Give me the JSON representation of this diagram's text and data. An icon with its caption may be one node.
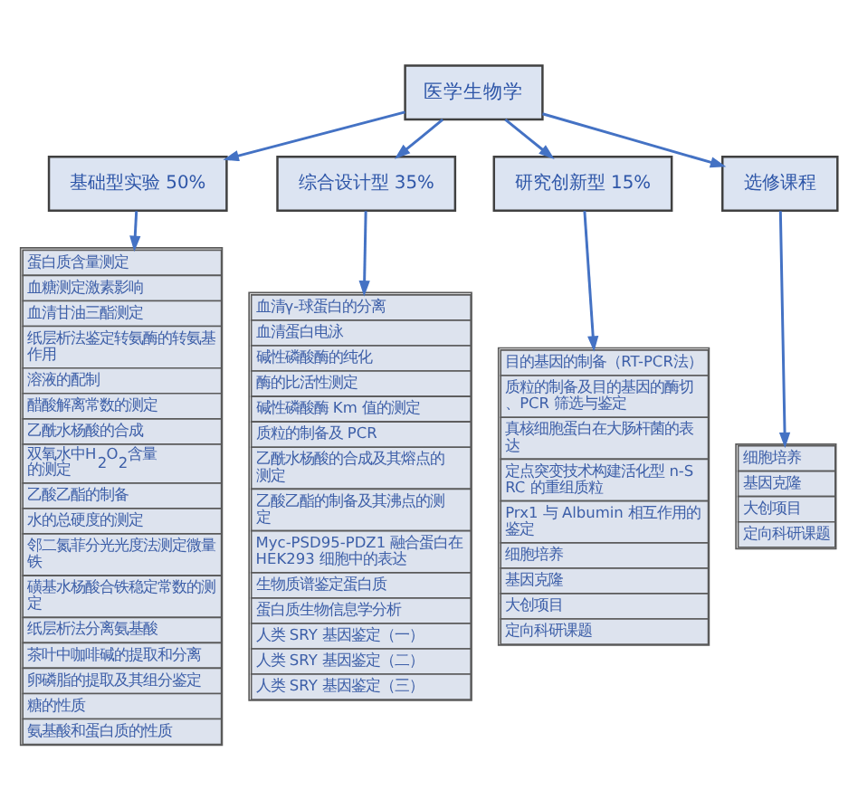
{
  "diagram": {
    "nodes": [
      {
        "text": [
          "医学生物学"
        ]
      },
      {
        "text": [
          "基础型实验 50%"
        ]
      },
      {
        "text": [
          "综合设计型 35%"
        ]
      },
      {
        "text": [
          "研究创新型 15%"
        ]
      },
      {
        "text": [
          "选修课程"
        ]
      },
      {
        "text": [
          "蛋白质含量测定",
          "血糖测定激素影响",
          "血清甘油三酯测定",
          "纸层析法鉴定转氨酶的转氨基作用",
          "溶液的配制",
          "醋酸解离常数的测定",
          "乙酰水杨酸的合成",
          "双氧水中H$_{2}$O$_{2}$含量的测定",
          "乙酸乙酯的制备",
          "水的总硬度的测定",
          "邻二氮菲分光光度法测定微量铁",
          "磺基水杨酸合铁稳定常数的测定",
          "纸层析法分离氨基酸",
          "茶叶中咖啡碱的提取和分离",
          "卵磷脂的提取及其组分鉴定",
          "糖的性质",
          "氨基酸和蛋白质的性质"
        ]
      },
      {
        "text": [
          "血清γ-球蛋白的分离",
          "血清蛋白电泳",
          "碱性磷酸酶的纯化",
          "酶的比活性测定",
          "碱性磷酸酶 Km 值的测定",
          "质粒的制备及 PCR",
          "乙酰水杨酸的合成及其熔点的测定",
          "乙酸乙酯的制备及其沸点的测定",
          "Myc-PSD95-PDZ1 融合蛋白在 HEK293 细胞中的表达",
          "生物质谱鉴定蛋白质",
          "蛋白质生物信息学分析",
          "人类 SRY 基因鉴定（一）",
          "人类 SRY 基因鉴定（二）",
          "人类 SRY 基因鉴定（三）"
        ]
      },
      {
        "text": [
          "目的基因的制备（RT-PCR法）",
          "质粒的制备及目的基因的酶切、PCR 筛选与鉴定",
          "真核细胞蛋白在大肠杆菌的表达",
          "定点突变技术构建活化型 n-SRC 的重组质粒",
          "Prx1 与 Albumin 相互作用的鉴定",
          "细胞培养",
          "基因克隆",
          "大创项目",
          "定向科研课题"
        ]
      },
      {
        "text": [
          "细胞培养",
          "基因克隆",
          "大创项目",
          "定向科研课题"
        ]
      }
    ],
    "edges": [
      {
        "from": 0,
        "to": 1,
        "arrow": "to"
      },
      {
        "from": 0,
        "to": 2,
        "arrow": "to"
      },
      {
        "from": 0,
        "to": 3,
        "arrow": "to"
      },
      {
        "from": 0,
        "to": 4,
        "arrow": "to"
      },
      {
        "from": 1,
        "to": 5,
        "arrow": "to"
      },
      {
        "from": 2,
        "to": 6,
        "arrow": "to"
      },
      {
        "from": 3,
        "to": 7,
        "arrow": "to"
      },
      {
        "from": 4,
        "to": 8,
        "arrow": "to"
      }
    ]
  }
}
